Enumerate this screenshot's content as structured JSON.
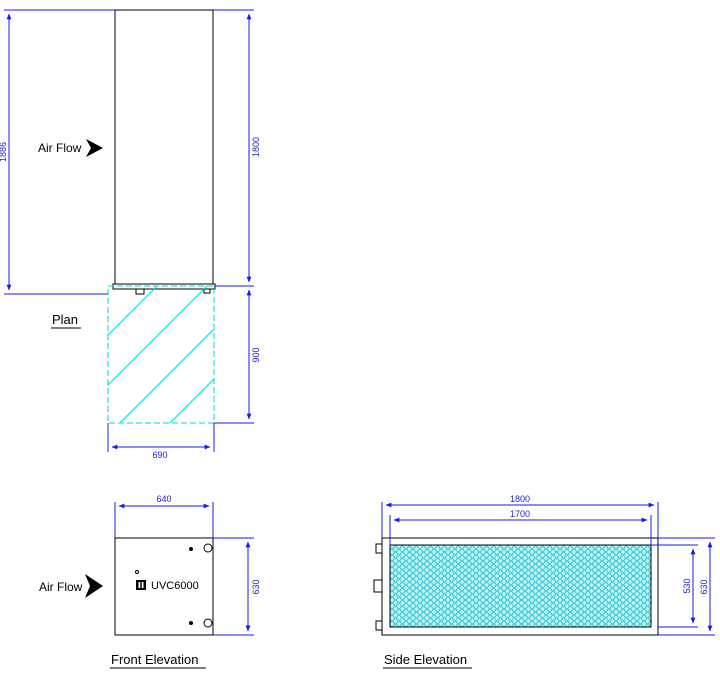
{
  "views": {
    "plan": {
      "title": "Plan",
      "airflow_label": "Air Flow",
      "dims": {
        "overall_length": "1886",
        "unit_length": "1800",
        "clearance": "900",
        "clearance_width": "690"
      }
    },
    "front": {
      "title": "Front Elevation",
      "airflow_label": "Air Flow",
      "model": "UVC6000",
      "dims": {
        "width": "640",
        "height": "630"
      }
    },
    "side": {
      "title": "Side Elevation",
      "dims": {
        "length_overall": "1800",
        "length_inner": "1700",
        "height_inner": "530",
        "height_overall": "630"
      }
    }
  },
  "colors": {
    "dimension": "#1a1aee",
    "clearance": "#00d8d8",
    "filter_fill": "#b8f2f2",
    "filter_mesh": "#39c9d8"
  }
}
